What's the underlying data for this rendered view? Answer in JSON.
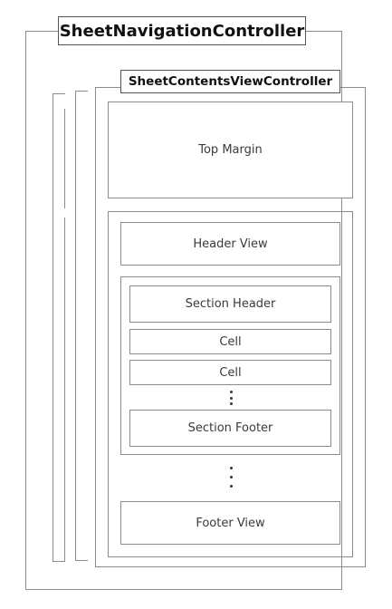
{
  "navigation_controller": {
    "label": "SheetNavigationController"
  },
  "contents_view_controller": {
    "label": "SheetContentsViewController"
  },
  "top_margin": {
    "label": "Top Margin"
  },
  "header_view": {
    "label": "Header View"
  },
  "section": {
    "header_label": "Section Header",
    "cells": [
      "Cell",
      "Cell"
    ],
    "footer_label": "Section Footer"
  },
  "footer_view": {
    "label": "Footer View"
  }
}
